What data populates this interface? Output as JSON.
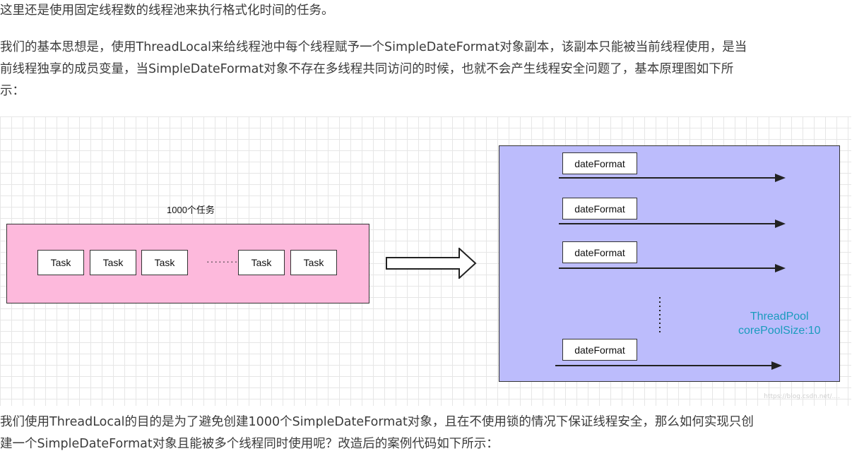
{
  "paragraphs": {
    "p1": "这里还是使用固定线程数的线程池来执行格式化时间的任务。",
    "p2_line1": "我们的基本思想是，使用ThreadLocal来给线程池中每个线程赋予一个SimpleDateFormat对象副本，该副本只能被当前线程使用，是当",
    "p2_line2": "前线程独享的成员变量，当SimpleDateFormat对象不存在多线程共同访问的时候，也就不会产生线程安全问题了，基本原理图如下所",
    "p2_line3": "示：",
    "p3_line1": "我们使用ThreadLocal的目的是为了避免创建1000个SimpleDateFormat对象，且在不使用锁的情况下保证线程安全，那么如何实现只创",
    "p3_line2": "建一个SimpleDateFormat对象且能被多个线程同时使用呢？改造后的案例代码如下所示："
  },
  "diagram": {
    "tasks_caption": "1000个任务",
    "task_label": "Task",
    "ellipsis": "·········",
    "date_format_label": "dateFormat",
    "pool_name": "ThreadPool",
    "pool_size": "corePoolSize:10",
    "colors": {
      "task_queue_fill": "#fdb9dc",
      "thread_pool_fill": "#bcbcfc",
      "pool_label_text": "#1a9bbd"
    },
    "watermark": "https://blog.csdn.net/...."
  }
}
